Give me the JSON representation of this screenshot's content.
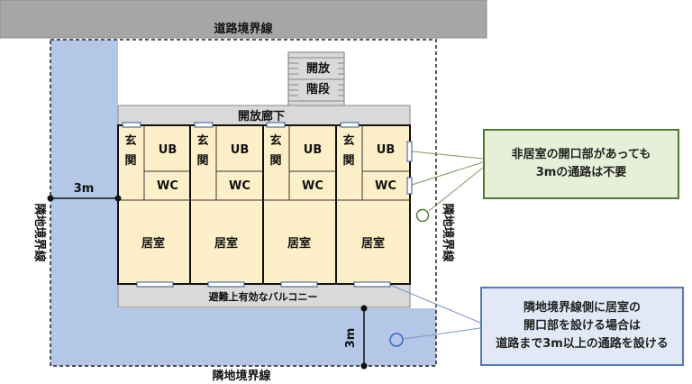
{
  "labels": {
    "road_boundary": "道路境界線",
    "adjacent_boundary_left": "隣地境界線",
    "adjacent_boundary_right": "隣地境界線",
    "adjacent_boundary_bottom": "隣地境界線",
    "open_stair_1": "開放",
    "open_stair_2": "階段",
    "open_corridor": "開放廊下",
    "balcony": "避難上有効なバルコニー",
    "width_left": "3m",
    "width_bottom": "3m"
  },
  "units": [
    {
      "entrance_1": "玄",
      "entrance_2": "関",
      "bath": "UB",
      "wc": "WC",
      "room": "居室"
    },
    {
      "entrance_1": "玄",
      "entrance_2": "関",
      "bath": "UB",
      "wc": "WC",
      "room": "居室"
    },
    {
      "entrance_1": "玄",
      "entrance_2": "関",
      "bath": "UB",
      "wc": "WC",
      "room": "居室"
    },
    {
      "entrance_1": "玄",
      "entrance_2": "関",
      "bath": "UB",
      "wc": "WC",
      "room": "居室"
    }
  ],
  "callouts": {
    "green_line1": "非居室の開口部があっても",
    "green_line2": "3mの通路は不要",
    "blue_line1": "隣地境界線側に居室の",
    "blue_line2": "開口部を設ける場合は",
    "blue_line3": "道路まで3m以上の通路を設ける"
  },
  "colors": {
    "road": "#a6a6a6",
    "passage": "#b4c7e7",
    "room_fill": "#fdf0c8",
    "corridor": "#d9d9d9",
    "green_callout_fill": "#e6efd8",
    "green_callout_border": "#4f7b32",
    "blue_callout_fill": "#e1e9f6",
    "blue_callout_border": "#5677b8"
  }
}
